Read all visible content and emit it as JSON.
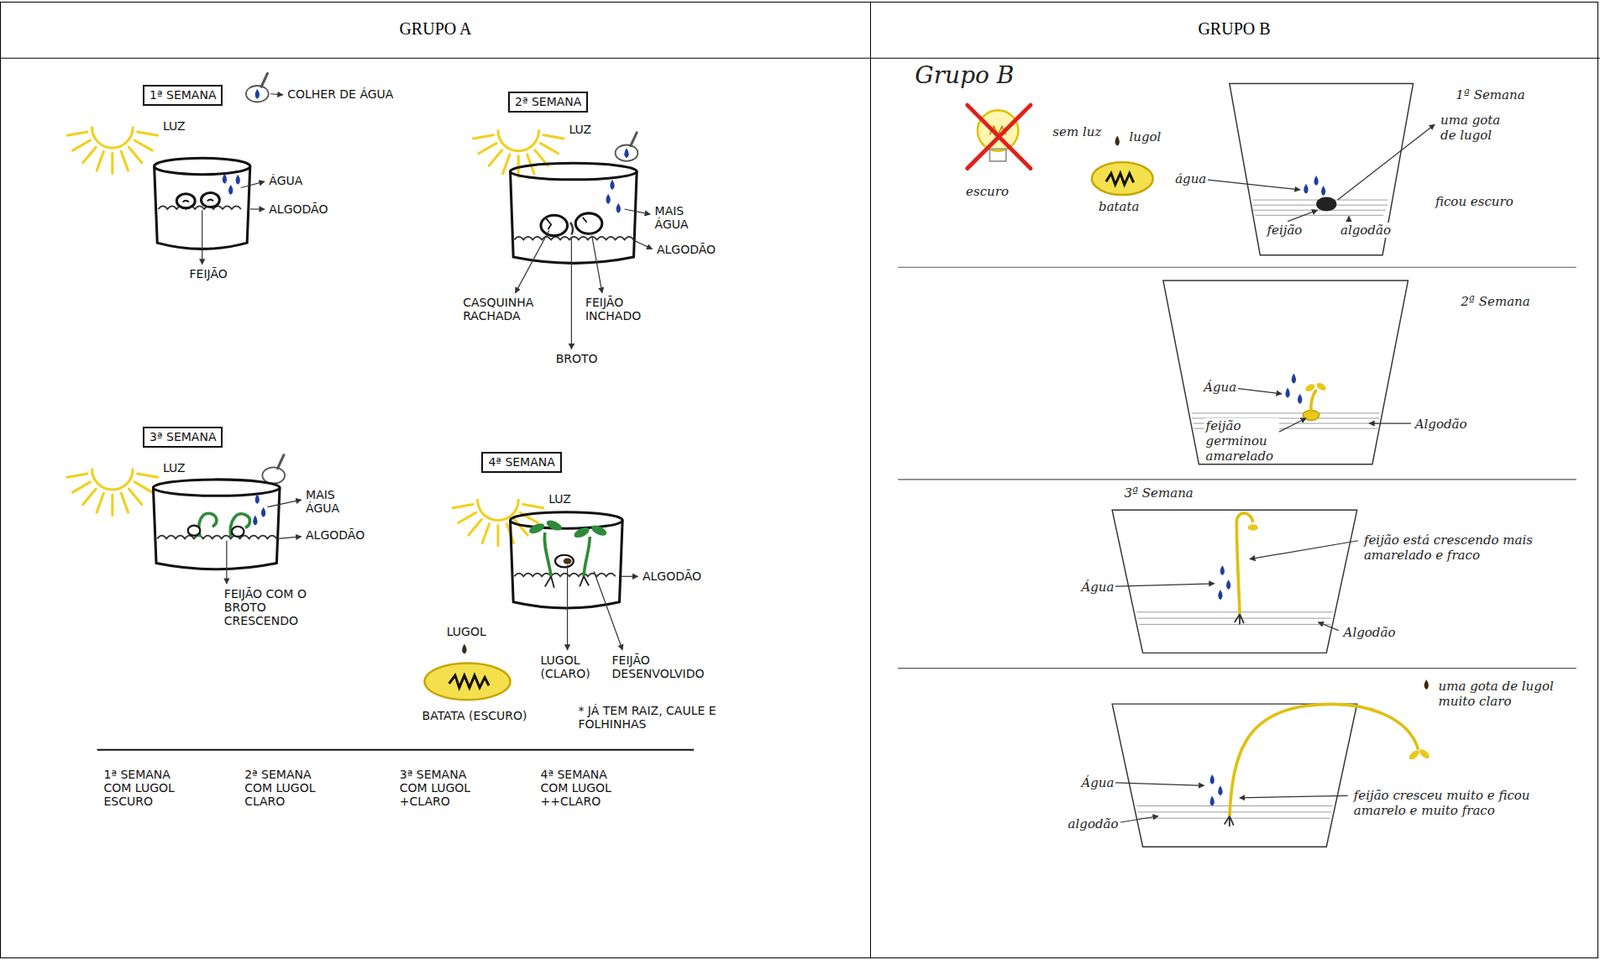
{
  "diagram": {
    "nodes": [
      {
        "text": [
          "GRUPO A"
        ]
      },
      {
        "text": [
          "1ª SEMANA"
        ],
        "in": 0
      },
      {
        "text": [
          "2ª SEMANA"
        ],
        "in": 0
      },
      {
        "text": [
          "3ª SEMANA"
        ],
        "in": 0
      },
      {
        "text": [
          "4ª SEMANA"
        ],
        "in": 0
      },
      {
        "text": [
          "GRUPO B"
        ]
      }
    ],
    "labels": [
      "LUZ",
      "COLHER DE ÁGUA",
      "ÁGUA",
      "ALGODÃO",
      "FEIJÃO",
      "LUZ",
      "MAIS ÁGUA",
      "ALGODÃO",
      "CASQUINHA RACHADA",
      "FEIJÃO INCHADO",
      "BROTO",
      "LUZ",
      "MAIS ÁGUA",
      "ALGODÃO",
      "FEIJÃO COM O BROTO CRESCENDO",
      "LUZ",
      "LUGOL",
      "ALGODÃO",
      "LUGOL (CLARO)",
      "FEIJÃO DESENVOLVIDO",
      "BATATA (ESCURO)",
      "* JÁ TEM RAIZ, CAULE E FOLHINHAS",
      "1ª SEMANA COM LUGOL ESCURO",
      "2ª SEMANA COM LUGOL CLARO",
      "3ª SEMANA COM LUGOL +CLARO",
      "4ª SEMANA COM LUGOL ++CLARO",
      "Grupo B",
      "sem luz",
      "escuro",
      "lugol",
      "batata",
      "1ª Semana",
      "uma gota de lugol",
      "água",
      "feijão",
      "algodão",
      "ficou escuro",
      "2ª Semana",
      "Água",
      "feijão germinou amarelado",
      "Algodão",
      "3ª Semana",
      "feijão está crescendo mais amarelado e fraco",
      "Água",
      "Algodão",
      "uma gota de lugol muito claro",
      "Água",
      "feijão cresceu muito e ficou amarelo e muito fraco",
      "algodão"
    ]
  }
}
